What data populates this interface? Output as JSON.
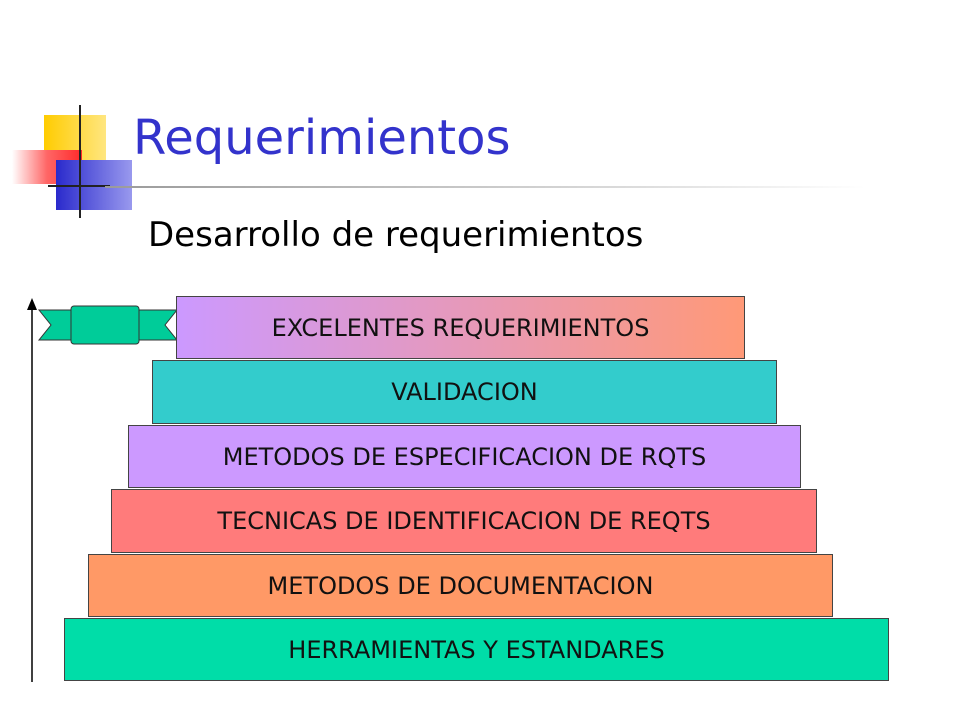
{
  "slide": {
    "title": "Requerimientos",
    "subtitle": "Desarrollo de requerimientos"
  },
  "pyramid": {
    "levels": [
      {
        "label": "EXCELENTES REQUERIMIENTOS"
      },
      {
        "label": "VALIDACION"
      },
      {
        "label": "METODOS DE ESPECIFICACION DE RQTS"
      },
      {
        "label": "TECNICAS DE IDENTIFICACION DE REQTS"
      },
      {
        "label": "METODOS DE DOCUMENTACION"
      },
      {
        "label": "HERRAMIENTAS Y ESTANDARES"
      }
    ]
  },
  "colors": {
    "title": "#3333cc",
    "banner": "#00cc99",
    "deco_yellow": "#ffcc00",
    "deco_blue": "#3333cc",
    "deco_red": "#ff3333"
  }
}
